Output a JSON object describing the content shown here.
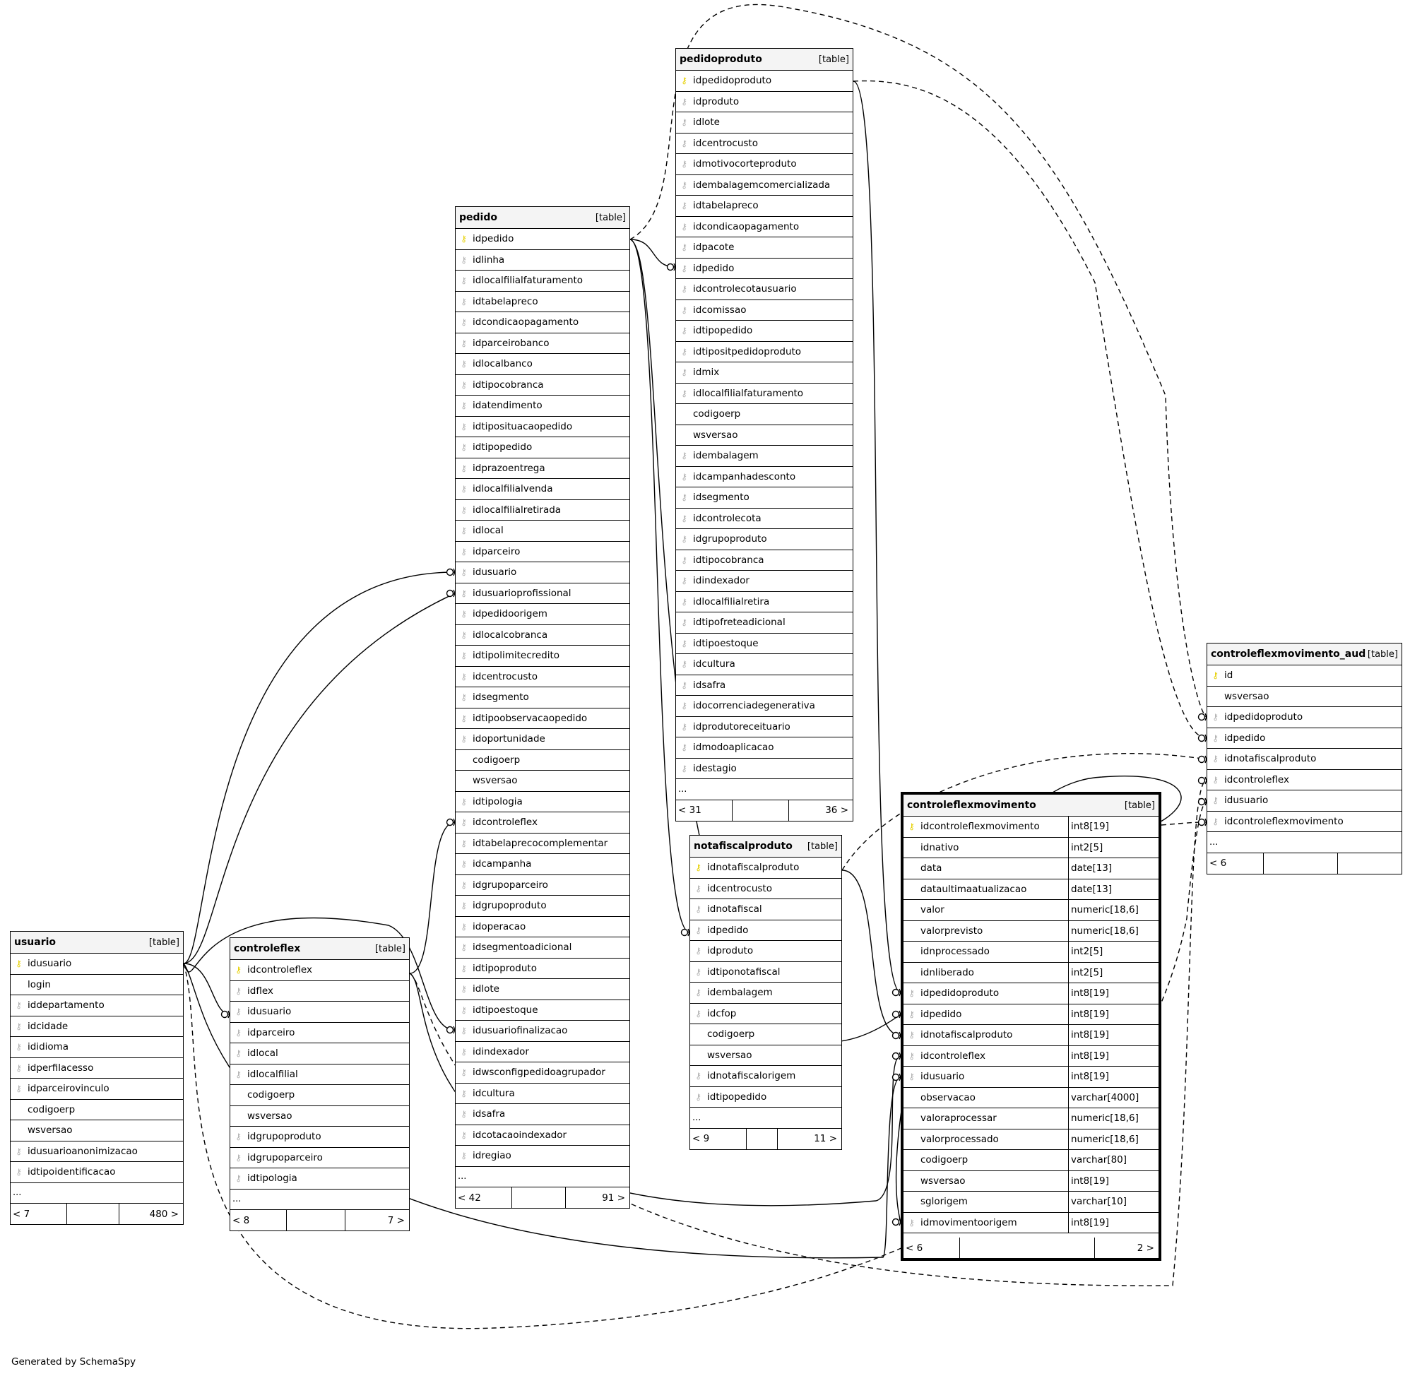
{
  "credit": "Generated by SchemaSpy",
  "tables": [
    {
      "id": "pedidoproduto",
      "name": "pedidoproduto",
      "type": "[table]",
      "columns": [
        {
          "name": "idpedidoproduto",
          "key": "pk"
        },
        {
          "name": "idproduto",
          "key": "fk"
        },
        {
          "name": "idlote",
          "key": "fk"
        },
        {
          "name": "idcentrocusto",
          "key": "fk"
        },
        {
          "name": "idmotivocorteproduto",
          "key": "fk"
        },
        {
          "name": "idembalagemcomercializada",
          "key": "fk"
        },
        {
          "name": "idtabelapreco",
          "key": "fk"
        },
        {
          "name": "idcondicaopagamento",
          "key": "fk"
        },
        {
          "name": "idpacote",
          "key": "fk"
        },
        {
          "name": "idpedido",
          "key": "fk"
        },
        {
          "name": "idcontrolecotausuario",
          "key": "fk"
        },
        {
          "name": "idcomissao",
          "key": "fk"
        },
        {
          "name": "idtipopedido",
          "key": "fk"
        },
        {
          "name": "idtipositpedidoproduto",
          "key": "fk"
        },
        {
          "name": "idmix",
          "key": "fk"
        },
        {
          "name": "idlocalfilialfaturamento",
          "key": "fk"
        },
        {
          "name": "codigoerp",
          "key": ""
        },
        {
          "name": "wsversao",
          "key": ""
        },
        {
          "name": "idembalagem",
          "key": "fk"
        },
        {
          "name": "idcampanhadesconto",
          "key": "fk"
        },
        {
          "name": "idsegmento",
          "key": "fk"
        },
        {
          "name": "idcontrolecota",
          "key": "fk"
        },
        {
          "name": "idgrupoproduto",
          "key": "fk"
        },
        {
          "name": "idtipocobranca",
          "key": "fk"
        },
        {
          "name": "idindexador",
          "key": "fk"
        },
        {
          "name": "idlocalfilialretira",
          "key": "fk"
        },
        {
          "name": "idtipofreteadicional",
          "key": "fk"
        },
        {
          "name": "idtipoestoque",
          "key": "fk"
        },
        {
          "name": "idcultura",
          "key": "fk"
        },
        {
          "name": "idsafra",
          "key": "fk"
        },
        {
          "name": "idocorrenciadegenerativa",
          "key": "fk"
        },
        {
          "name": "idprodutoreceituario",
          "key": "fk"
        },
        {
          "name": "idmodoaplicacao",
          "key": "fk"
        },
        {
          "name": "idestagio",
          "key": "fk"
        }
      ],
      "more": "...",
      "footer_left": "< 31",
      "footer_right": "36 >"
    },
    {
      "id": "pedido",
      "name": "pedido",
      "type": "[table]",
      "columns": [
        {
          "name": "idpedido",
          "key": "pk"
        },
        {
          "name": "idlinha",
          "key": "fk"
        },
        {
          "name": "idlocalfilialfaturamento",
          "key": "fk"
        },
        {
          "name": "idtabelapreco",
          "key": "fk"
        },
        {
          "name": "idcondicaopagamento",
          "key": "fk"
        },
        {
          "name": "idparceirobanco",
          "key": "fk"
        },
        {
          "name": "idlocalbanco",
          "key": "fk"
        },
        {
          "name": "idtipocobranca",
          "key": "fk"
        },
        {
          "name": "idatendimento",
          "key": "fk"
        },
        {
          "name": "idtiposituacaopedido",
          "key": "fk"
        },
        {
          "name": "idtipopedido",
          "key": "fk"
        },
        {
          "name": "idprazoentrega",
          "key": "fk"
        },
        {
          "name": "idlocalfilialvenda",
          "key": "fk"
        },
        {
          "name": "idlocalfilialretirada",
          "key": "fk"
        },
        {
          "name": "idlocal",
          "key": "fk"
        },
        {
          "name": "idparceiro",
          "key": "fk"
        },
        {
          "name": "idusuario",
          "key": "fk"
        },
        {
          "name": "idusuarioprofissional",
          "key": "fk"
        },
        {
          "name": "idpedidoorigem",
          "key": "fk"
        },
        {
          "name": "idlocalcobranca",
          "key": "fk"
        },
        {
          "name": "idtipolimitecredito",
          "key": "fk"
        },
        {
          "name": "idcentrocusto",
          "key": "fk"
        },
        {
          "name": "idsegmento",
          "key": "fk"
        },
        {
          "name": "idtipoobservacaopedido",
          "key": "fk"
        },
        {
          "name": "idoportunidade",
          "key": "fk"
        },
        {
          "name": "codigoerp",
          "key": ""
        },
        {
          "name": "wsversao",
          "key": ""
        },
        {
          "name": "idtipologia",
          "key": "fk"
        },
        {
          "name": "idcontroleflex",
          "key": "fk"
        },
        {
          "name": "idtabelaprecocomplementar",
          "key": "fk"
        },
        {
          "name": "idcampanha",
          "key": "fk"
        },
        {
          "name": "idgrupoparceiro",
          "key": "fk"
        },
        {
          "name": "idgrupoproduto",
          "key": "fk"
        },
        {
          "name": "idoperacao",
          "key": "fk"
        },
        {
          "name": "idsegmentoadicional",
          "key": "fk"
        },
        {
          "name": "idtipoproduto",
          "key": "fk"
        },
        {
          "name": "idlote",
          "key": "fk"
        },
        {
          "name": "idtipoestoque",
          "key": "fk"
        },
        {
          "name": "idusuariofinalizacao",
          "key": "fk"
        },
        {
          "name": "idindexador",
          "key": "fk"
        },
        {
          "name": "idwsconfigpedidoagrupador",
          "key": "fk"
        },
        {
          "name": "idcultura",
          "key": "fk"
        },
        {
          "name": "idsafra",
          "key": "fk"
        },
        {
          "name": "idcotacaoindexador",
          "key": "fk"
        },
        {
          "name": "idregiao",
          "key": "fk"
        }
      ],
      "more": "...",
      "footer_left": "< 42",
      "footer_right": "91 >"
    },
    {
      "id": "usuario",
      "name": "usuario",
      "type": "[table]",
      "columns": [
        {
          "name": "idusuario",
          "key": "pk"
        },
        {
          "name": "login",
          "key": ""
        },
        {
          "name": "iddepartamento",
          "key": "fk"
        },
        {
          "name": "idcidade",
          "key": "fk"
        },
        {
          "name": "ididioma",
          "key": "fk"
        },
        {
          "name": "idperfilacesso",
          "key": "fk"
        },
        {
          "name": "idparceirovinculo",
          "key": "fk"
        },
        {
          "name": "codigoerp",
          "key": ""
        },
        {
          "name": "wsversao",
          "key": ""
        },
        {
          "name": "idusuarioanonimizacao",
          "key": "fk"
        },
        {
          "name": "idtipoidentificacao",
          "key": "fk"
        }
      ],
      "more": "...",
      "footer_left": "< 7",
      "footer_right": "480 >"
    },
    {
      "id": "controleflex",
      "name": "controleflex",
      "type": "[table]",
      "columns": [
        {
          "name": "idcontroleflex",
          "key": "pk"
        },
        {
          "name": "idflex",
          "key": "fk"
        },
        {
          "name": "idusuario",
          "key": "fk"
        },
        {
          "name": "idparceiro",
          "key": "fk"
        },
        {
          "name": "idlocal",
          "key": "fk"
        },
        {
          "name": "idlocalfilial",
          "key": "fk"
        },
        {
          "name": "codigoerp",
          "key": ""
        },
        {
          "name": "wsversao",
          "key": ""
        },
        {
          "name": "idgrupoproduto",
          "key": "fk"
        },
        {
          "name": "idgrupoparceiro",
          "key": "fk"
        },
        {
          "name": "idtipologia",
          "key": "fk"
        }
      ],
      "more": "...",
      "footer_left": "< 8",
      "footer_right": "7 >"
    },
    {
      "id": "notafiscalproduto",
      "name": "notafiscalproduto",
      "type": "[table]",
      "columns": [
        {
          "name": "idnotafiscalproduto",
          "key": "pk"
        },
        {
          "name": "idcentrocusto",
          "key": "fk"
        },
        {
          "name": "idnotafiscal",
          "key": "fk"
        },
        {
          "name": "idpedido",
          "key": "fk"
        },
        {
          "name": "idproduto",
          "key": "fk"
        },
        {
          "name": "idtiponotafiscal",
          "key": "fk"
        },
        {
          "name": "idembalagem",
          "key": "fk"
        },
        {
          "name": "idcfop",
          "key": "fk"
        },
        {
          "name": "codigoerp",
          "key": ""
        },
        {
          "name": "wsversao",
          "key": ""
        },
        {
          "name": "idnotafiscalorigem",
          "key": "fk"
        },
        {
          "name": "idtipopedido",
          "key": "fk"
        }
      ],
      "more": "...",
      "footer_left": "< 9",
      "footer_right": "11 >"
    },
    {
      "id": "controleflexmovimento",
      "name": "controleflexmovimento",
      "type": "[table]",
      "columns": [
        {
          "name": "idcontroleflexmovimento",
          "key": "pk",
          "type": "int8[19]"
        },
        {
          "name": "idnativo",
          "key": "",
          "type": "int2[5]"
        },
        {
          "name": "data",
          "key": "",
          "type": "date[13]"
        },
        {
          "name": "dataultimaatualizacao",
          "key": "",
          "type": "date[13]"
        },
        {
          "name": "valor",
          "key": "",
          "type": "numeric[18,6]"
        },
        {
          "name": "valorprevisto",
          "key": "",
          "type": "numeric[18,6]"
        },
        {
          "name": "idnprocessado",
          "key": "",
          "type": "int2[5]"
        },
        {
          "name": "idnliberado",
          "key": "",
          "type": "int2[5]"
        },
        {
          "name": "idpedidoproduto",
          "key": "fk",
          "type": "int8[19]"
        },
        {
          "name": "idpedido",
          "key": "fk",
          "type": "int8[19]"
        },
        {
          "name": "idnotafiscalproduto",
          "key": "fk",
          "type": "int8[19]"
        },
        {
          "name": "idcontroleflex",
          "key": "fk",
          "type": "int8[19]"
        },
        {
          "name": "idusuario",
          "key": "fk",
          "type": "int8[19]"
        },
        {
          "name": "observacao",
          "key": "",
          "type": "varchar[4000]"
        },
        {
          "name": "valoraprocessar",
          "key": "",
          "type": "numeric[18,6]"
        },
        {
          "name": "valorprocessado",
          "key": "",
          "type": "numeric[18,6]"
        },
        {
          "name": "codigoerp",
          "key": "",
          "type": "varchar[80]"
        },
        {
          "name": "wsversao",
          "key": "",
          "type": "int8[19]"
        },
        {
          "name": "sglorigem",
          "key": "",
          "type": "varchar[10]"
        },
        {
          "name": "idmovimentoorigem",
          "key": "fk",
          "type": "int8[19]"
        }
      ],
      "more": "",
      "footer_left": "< 6",
      "footer_right": "2 >"
    },
    {
      "id": "controleflexmovimento_aud",
      "name": "controleflexmovimento_aud",
      "type": "[table]",
      "columns": [
        {
          "name": "id",
          "key": "pk"
        },
        {
          "name": "wsversao",
          "key": ""
        },
        {
          "name": "idpedidoproduto",
          "key": "fk"
        },
        {
          "name": "idpedido",
          "key": "fk"
        },
        {
          "name": "idnotafiscalproduto",
          "key": "fk"
        },
        {
          "name": "idcontroleflex",
          "key": "fk"
        },
        {
          "name": "idusuario",
          "key": "fk"
        },
        {
          "name": "idcontroleflexmovimento",
          "key": "fk"
        }
      ],
      "more": "...",
      "footer_left": "< 6",
      "footer_right": ""
    }
  ]
}
